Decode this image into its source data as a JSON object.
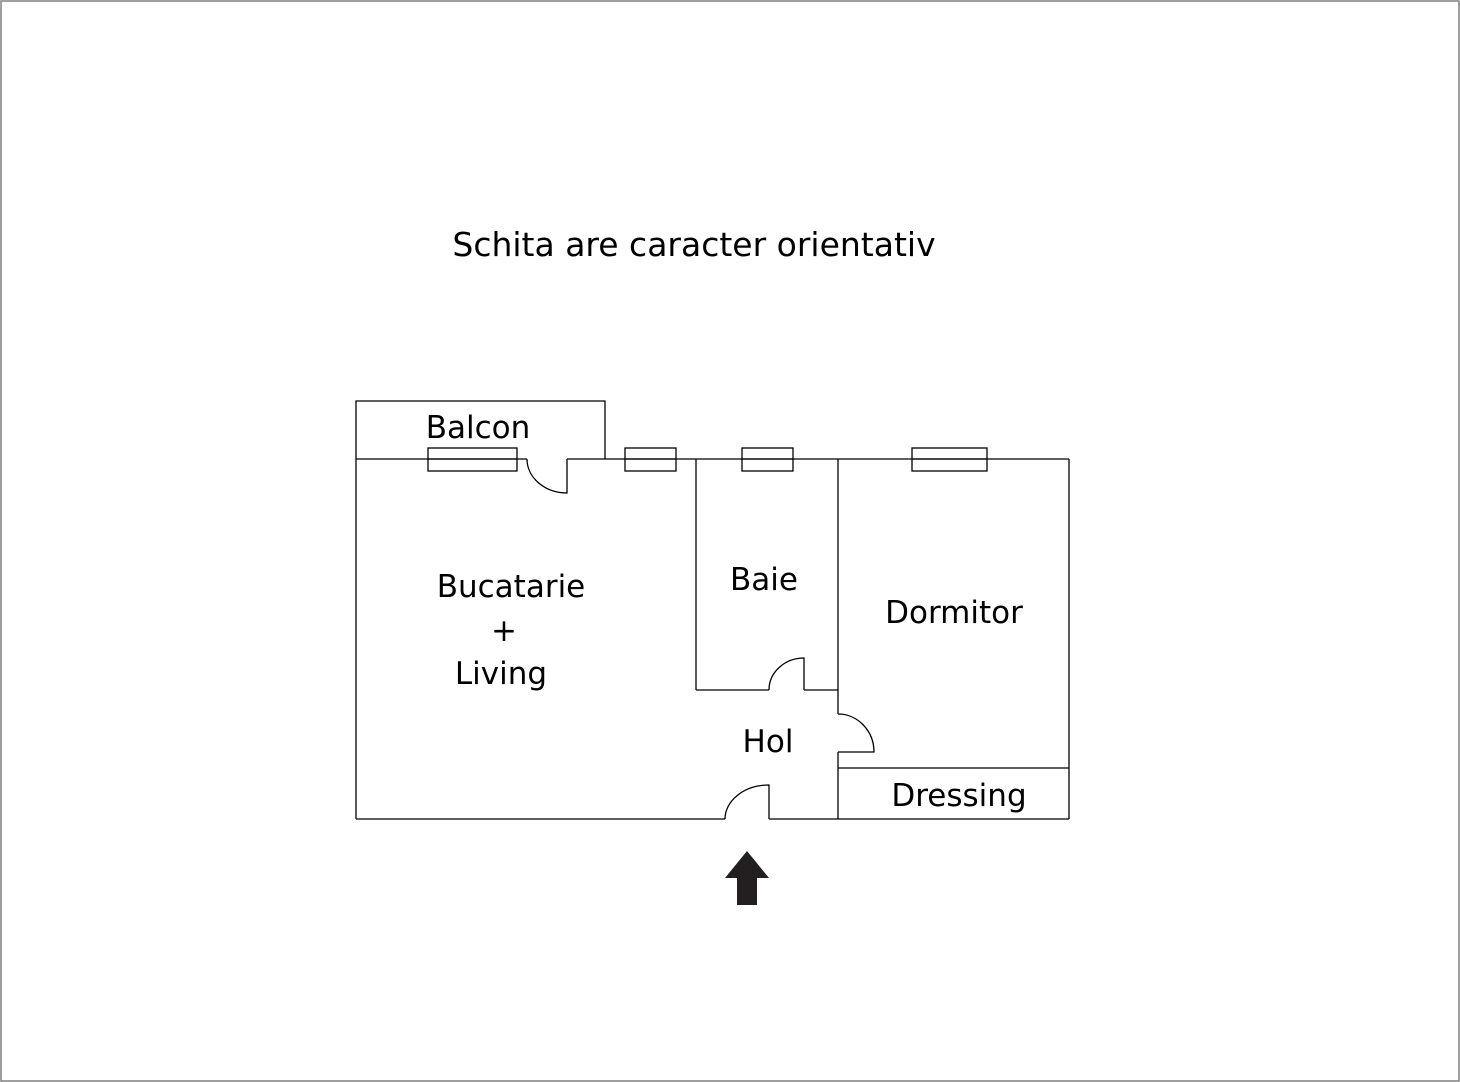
{
  "note": "Schita are caracter orientativ",
  "rooms": {
    "balcon": "Balcon",
    "bucatarie": "Bucatarie",
    "plus": "+",
    "living": "Living",
    "baie": "Baie",
    "dormitor": "Dormitor",
    "hol": "Hol",
    "dressing": "Dressing"
  },
  "colors": {
    "line": "#000000",
    "arrow": "#231f20",
    "frame": "#7f7f7f",
    "background": "#ffffff"
  },
  "icons": {
    "entrance": "entrance-arrow-icon"
  }
}
